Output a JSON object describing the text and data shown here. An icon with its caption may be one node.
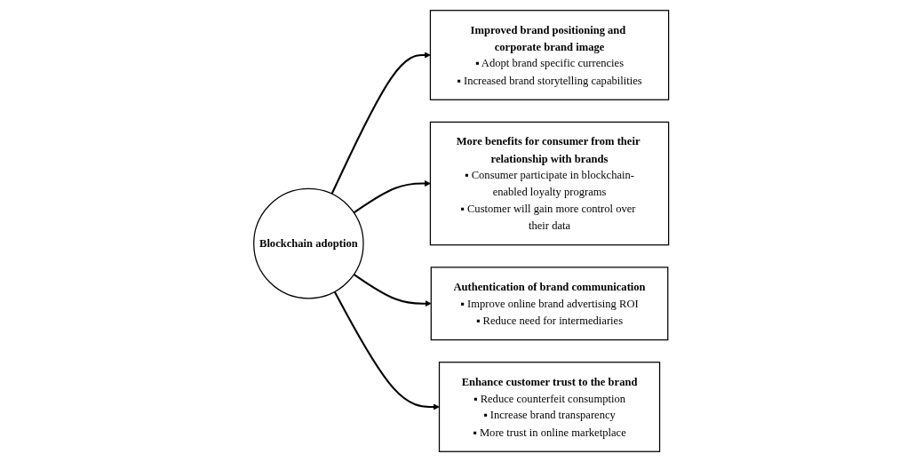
{
  "diagram": {
    "nodes": [
      {
        "text": [
          "Improved brand positioning and corporate brand image",
          "▪ Adopt brand specific currencies",
          "▪ Increased brand storytelling capabilities"
        ]
      },
      {
        "text": [
          "More benefits for consumer from their relationship with brands",
          "▪ Consumer participate in blockchain-enabled loyalty programs",
          "▪ Customer will gain more control over their data"
        ]
      },
      {
        "text": [
          "Blockchain adoption"
        ]
      },
      {
        "text": [
          "Authentication of brand communication",
          "▪ Improve online brand advertising ROI",
          "▪ Reduce need for intermediaries"
        ]
      },
      {
        "text": [
          "Enhance customer trust to the brand",
          "▪ Reduce counterfeit consumption",
          "▪ Increase brand transparency",
          "▪ More trust in online marketplace"
        ]
      }
    ],
    "edges": [
      {
        "from": 2,
        "to": 0,
        "arrow": "to"
      },
      {
        "from": 2,
        "to": 1,
        "arrow": "to"
      },
      {
        "from": 2,
        "to": 3,
        "arrow": "to"
      },
      {
        "from": 2,
        "to": 4,
        "arrow": "to"
      }
    ]
  }
}
